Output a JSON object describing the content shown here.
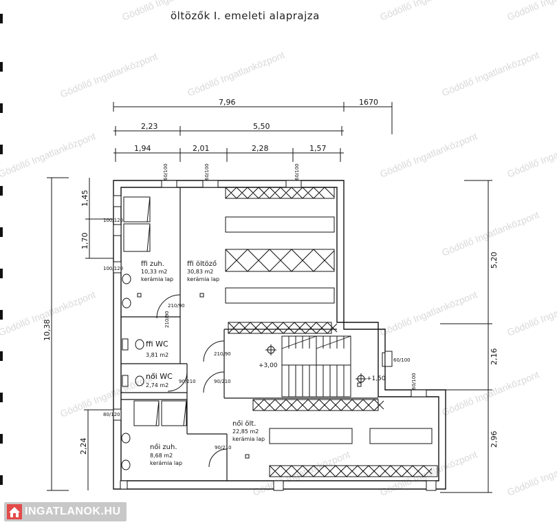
{
  "title": "öltözők I. emeleti alaprajza",
  "watermark": "Gödöllő Ingatlanközpont",
  "logo_text": "INGATLANOK.HU",
  "dimensions": {
    "top_total": "7,96",
    "top_extra": "1670",
    "row2": [
      "2,23",
      "5,50"
    ],
    "row3": [
      "1,94",
      "2,01",
      "2,28",
      "1,57"
    ],
    "left_total": "10,38",
    "left_top1": "1,45",
    "left_top2": "1,70",
    "left_bottom": "2,24",
    "right_1": "5,20",
    "right_2": "2,16",
    "right_3": "2,96"
  },
  "openings": {
    "win": "60/100",
    "door_side": "100/120",
    "door_left_bottom": "80/120",
    "door_210_90": "210/90",
    "door_90_210": "90/210",
    "door_90_210b": "90/210",
    "door_210_90_wc": "210/90",
    "door_90_210_noi": "90/210",
    "door_90_210_zuh": "90/210",
    "win_right": "60/100",
    "win_right2": "60/100"
  },
  "levels": {
    "top": "+3,00",
    "right": "+1,50"
  },
  "rooms": {
    "ffi_zuh": {
      "name": "ffi zuh.",
      "area": "10,33 m2",
      "floor": "kerámia lap"
    },
    "ffi_oltozo": {
      "name": "ffi öltöző",
      "area": "30,83 m2",
      "floor": "kerámia lap"
    },
    "ffi_wc": {
      "name": "ffi WC",
      "area": "3,81 m2"
    },
    "noi_wc": {
      "name": "női WC",
      "area": "2,74 m2"
    },
    "noi_olt": {
      "name": "női ölt.",
      "area": "22,85 m2",
      "floor": "kerámia lap"
    },
    "noi_zuh": {
      "name": "női zuh.",
      "area": "8,68 m2",
      "floor": "kerámia lap"
    }
  }
}
